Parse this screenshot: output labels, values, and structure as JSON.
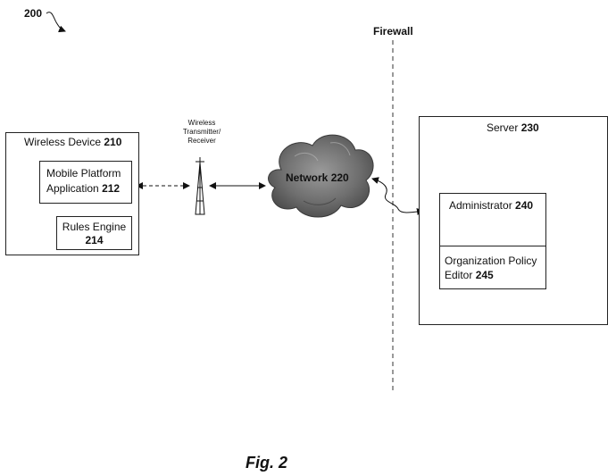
{
  "figure_ref": "200",
  "firewall_label": "Firewall",
  "wireless_device": {
    "name": "Wireless Device",
    "ref": "210"
  },
  "mobile_app": {
    "line1": "Mobile Platform",
    "line2": "Application",
    "ref": "212"
  },
  "rules_engine": {
    "line1": "Rules Engine",
    "ref": "214"
  },
  "transmitter": {
    "line1": "Wireless",
    "line2": "Transmitter/",
    "line3": "Receiver"
  },
  "network": {
    "name": "Network",
    "ref": "220"
  },
  "server": {
    "name": "Server",
    "ref": "230"
  },
  "administrator": {
    "name": "Administrator",
    "ref": "240"
  },
  "policy_editor": {
    "line1": "Organization Policy",
    "line2": "Editor",
    "ref": "245"
  },
  "caption": "Fig. 2"
}
